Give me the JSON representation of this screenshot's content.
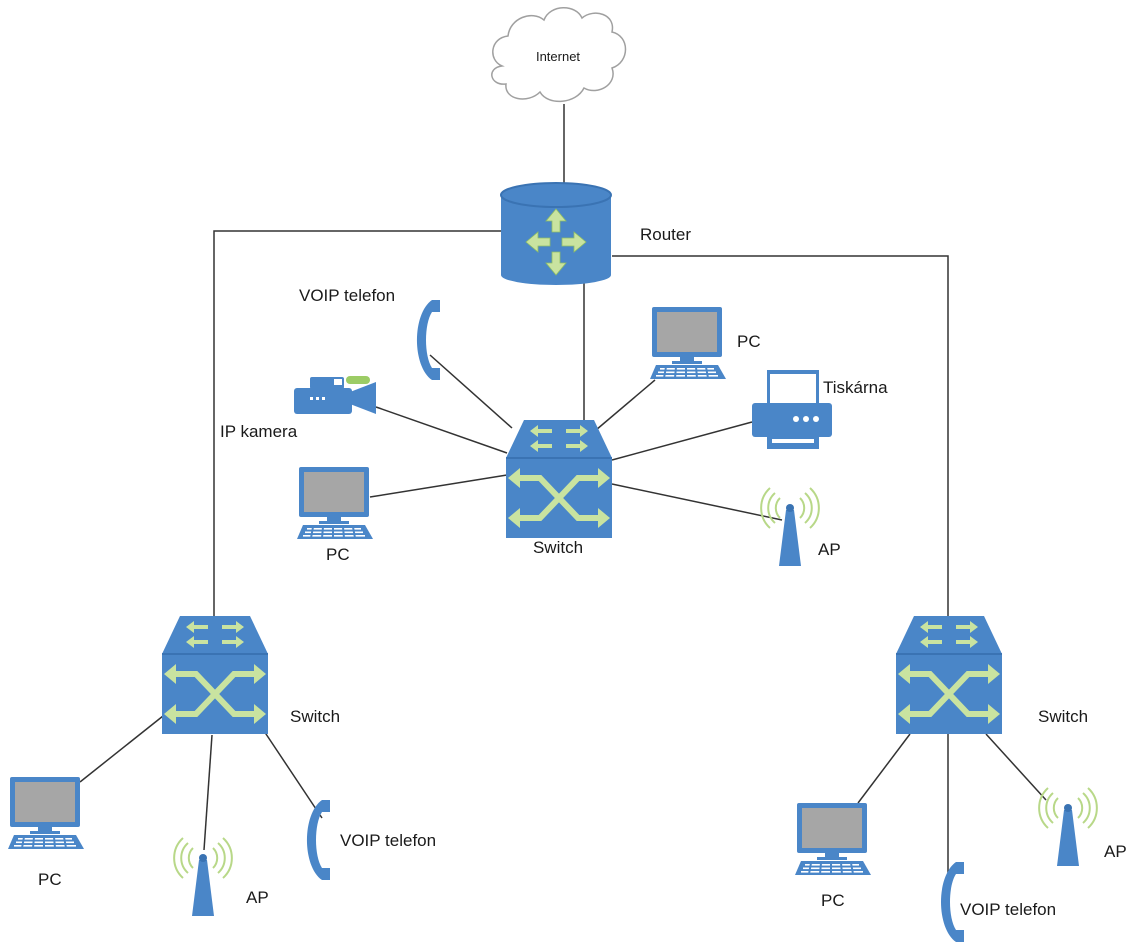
{
  "colors": {
    "device": "#4a86c8",
    "device_dark": "#3a73b3",
    "arrow": "#c9e3a0",
    "screen": "#a6a6a6",
    "line": "#333333",
    "antenna_wave": "#b8d888",
    "cloud_stroke": "#a0a0a0"
  },
  "nodes": {
    "internet": {
      "label": "Internet",
      "icon": "cloud-icon"
    },
    "router": {
      "label": "Router",
      "icon": "router-icon"
    },
    "switch_center": {
      "label": "Switch",
      "icon": "switch-icon"
    },
    "switch_left": {
      "label": "Switch",
      "icon": "switch-icon"
    },
    "switch_right": {
      "label": "Switch",
      "icon": "switch-icon"
    },
    "center_voip": {
      "label": "VOIP telefon",
      "icon": "phone-icon"
    },
    "center_pc_right": {
      "label": "PC",
      "icon": "pc-icon"
    },
    "center_camera": {
      "label": "IP kamera",
      "icon": "camera-icon"
    },
    "center_printer": {
      "label": "Tiskárna",
      "icon": "printer-icon"
    },
    "center_pc_left": {
      "label": "PC",
      "icon": "pc-icon"
    },
    "center_ap": {
      "label": "AP",
      "icon": "access-point-icon"
    },
    "left_pc": {
      "label": "PC",
      "icon": "pc-icon"
    },
    "left_ap": {
      "label": "AP",
      "icon": "access-point-icon"
    },
    "left_voip": {
      "label": "VOIP telefon",
      "icon": "phone-icon"
    },
    "right_pc": {
      "label": "PC",
      "icon": "pc-icon"
    },
    "right_voip": {
      "label": "VOIP telefon",
      "icon": "phone-icon"
    },
    "right_ap": {
      "label": "AP",
      "icon": "access-point-icon"
    }
  },
  "links": [
    [
      "internet",
      "router"
    ],
    [
      "router",
      "switch_center"
    ],
    [
      "router",
      "switch_left"
    ],
    [
      "router",
      "switch_right"
    ],
    [
      "switch_center",
      "center_voip"
    ],
    [
      "switch_center",
      "center_pc_right"
    ],
    [
      "switch_center",
      "center_camera"
    ],
    [
      "switch_center",
      "center_printer"
    ],
    [
      "switch_center",
      "center_pc_left"
    ],
    [
      "switch_center",
      "center_ap"
    ],
    [
      "switch_left",
      "left_pc"
    ],
    [
      "switch_left",
      "left_ap"
    ],
    [
      "switch_left",
      "left_voip"
    ],
    [
      "switch_right",
      "right_pc"
    ],
    [
      "switch_right",
      "right_voip"
    ],
    [
      "switch_right",
      "right_ap"
    ]
  ]
}
